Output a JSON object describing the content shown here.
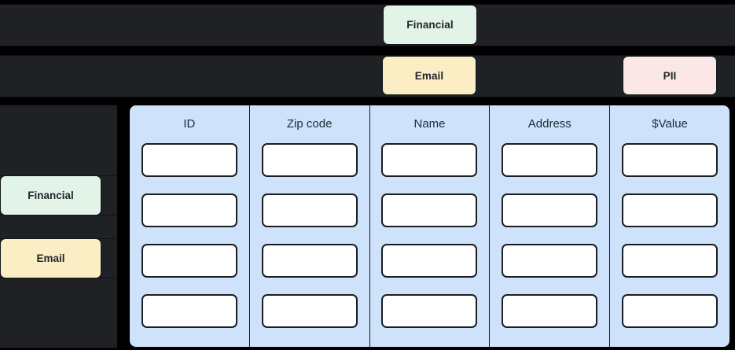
{
  "theme": {
    "page_background": "#000000",
    "panel_background": "#1f2125",
    "table_background": "#cfe2fb",
    "cell_background": "#ffffff",
    "cell_border": "#1b1d21",
    "header_text": "#1f2a3a",
    "tag_financial_color": "#e2f3e8",
    "tag_email_color": "#fceec4",
    "tag_pii_color": "#fbe8e6"
  },
  "top_bars": [
    {
      "tags": [
        {
          "label": "Financial",
          "color": "#e2f3e8"
        }
      ]
    },
    {
      "tags": [
        {
          "label": "Email",
          "color": "#fceec4"
        },
        {
          "label": "PII",
          "color": "#fbe8e6"
        }
      ]
    }
  ],
  "sidebar": {
    "items": [
      {
        "label": "Financial",
        "color": "#e2f3e8"
      },
      {
        "label": "Email",
        "color": "#fceec4"
      }
    ]
  },
  "table": {
    "columns": [
      {
        "header": "ID",
        "cells": [
          "",
          "",
          "",
          ""
        ]
      },
      {
        "header": "Zip code",
        "cells": [
          "",
          "",
          "",
          ""
        ]
      },
      {
        "header": "Name",
        "cells": [
          "",
          "",
          "",
          ""
        ]
      },
      {
        "header": "Address",
        "cells": [
          "",
          "",
          "",
          ""
        ]
      },
      {
        "header": "$Value",
        "cells": [
          "",
          "",
          "",
          ""
        ]
      }
    ],
    "row_count": 4,
    "column_count": 5
  }
}
